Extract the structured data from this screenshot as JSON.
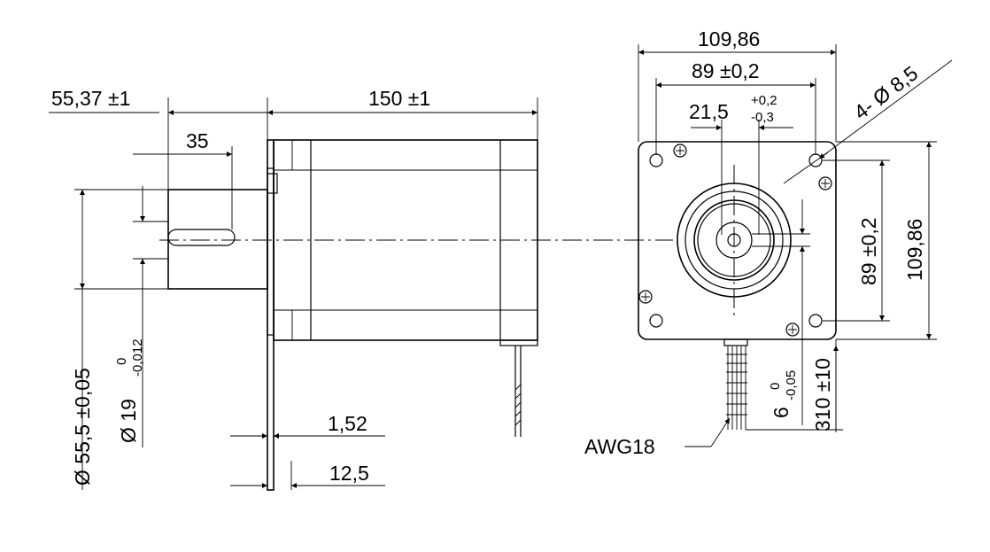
{
  "side_view": {
    "shaft_offset": "55,37 ±1",
    "body_length": "150 ±1",
    "shaft_length": "35",
    "pilot_diameter": "Ø 55,5 ±0,05",
    "shaft_diameter": "Ø 19",
    "shaft_tol_upper": "0",
    "shaft_tol_lower": "-0,012",
    "flange_step": "1,52",
    "flange_thickness": "12,5"
  },
  "front_view": {
    "overall_width": "109,86",
    "hole_spacing": "89 ±0,2",
    "shaft_offset": "21,5",
    "shaft_offset_tol_upper": "+0,2",
    "shaft_offset_tol_lower": "-0,3",
    "mount_holes": "4- Ø 8,5",
    "hole_spacing_vertical": "89 ±0,2",
    "overall_height": "109,86",
    "key_depth": "6",
    "key_tol_upper": "0",
    "key_tol_lower": "-0,05",
    "lead_length": "310 ±10",
    "wire_gauge": "AWG18"
  }
}
